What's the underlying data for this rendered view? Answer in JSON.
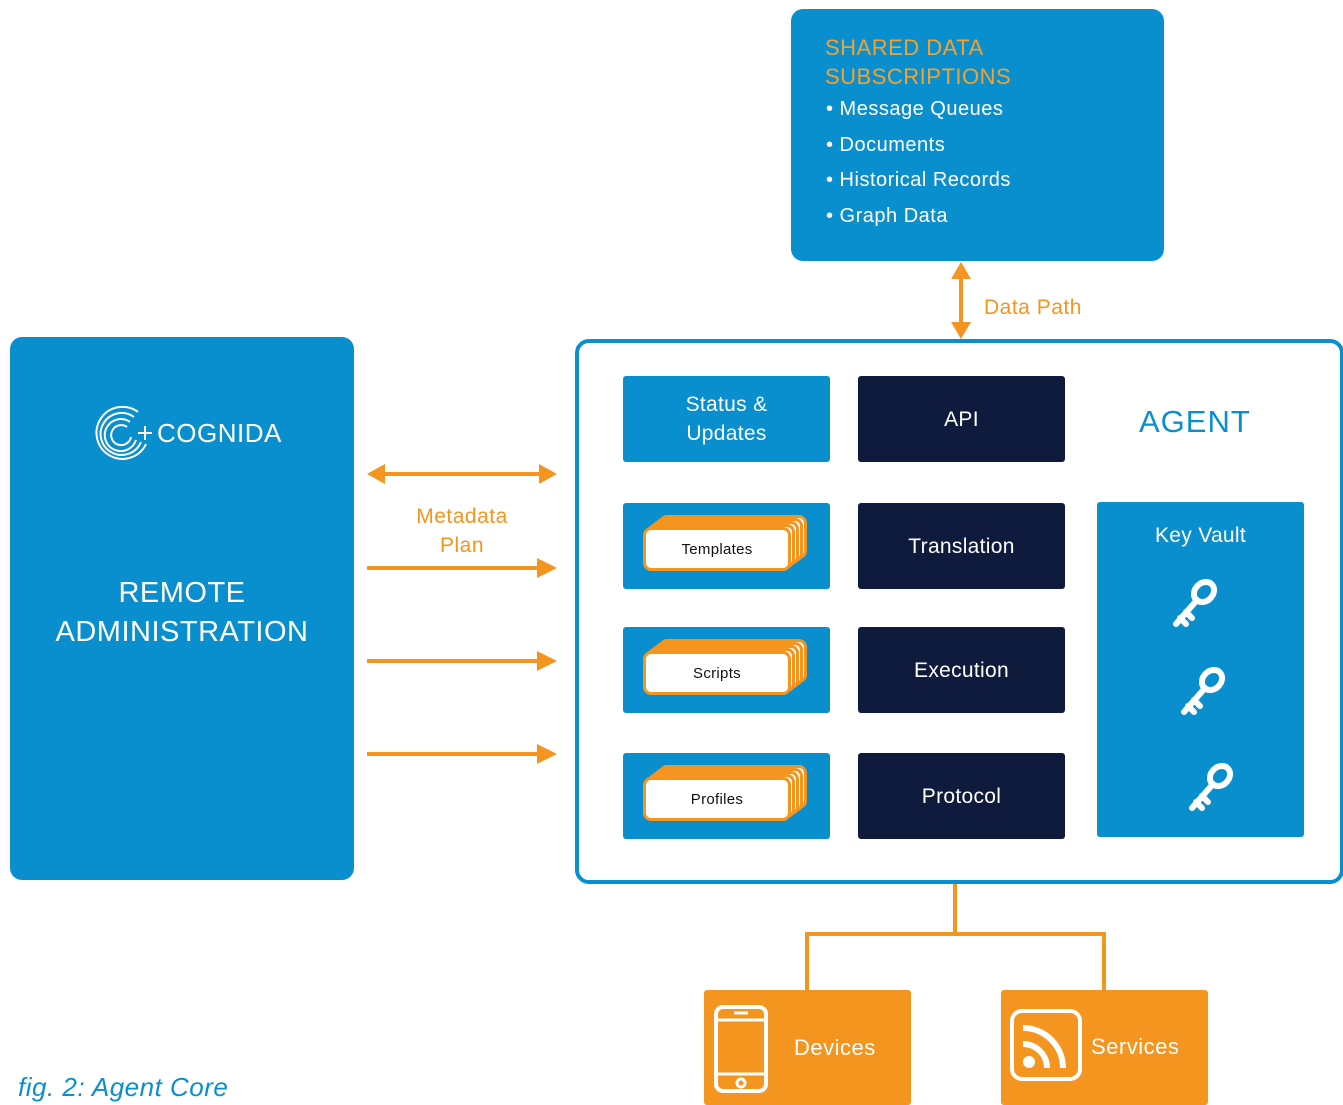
{
  "shared_data": {
    "title_line1": "SHARED DATA",
    "title_line2": "SUBSCRIPTIONS",
    "items": [
      "• Message Queues",
      "• Documents",
      "• Historical Records",
      "• Graph Data"
    ]
  },
  "data_path_label": "Data Path",
  "remote_admin": {
    "logo_text": "COGNIDA",
    "title_line1": "REMOTE",
    "title_line2": "ADMINISTRATION"
  },
  "metadata_label_line1": "Metadata",
  "metadata_label_line2": "Plan",
  "agent": {
    "title": "AGENT",
    "status_line1": "Status &",
    "status_line2": "Updates",
    "stacks": [
      "Templates",
      "Scripts",
      "Profiles"
    ],
    "layers": [
      "API",
      "Translation",
      "Execution",
      "Protocol"
    ],
    "key_vault": "Key Vault"
  },
  "targets": {
    "devices": "Devices",
    "services": "Services"
  },
  "caption": "fig. 2: Agent Core",
  "colors": {
    "blue": "#0a8fce",
    "navy": "#0e1b3d",
    "orange": "#f3951e"
  }
}
